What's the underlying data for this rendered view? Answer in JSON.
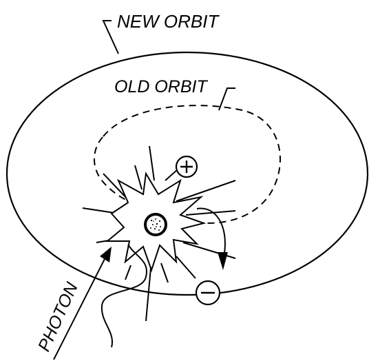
{
  "labels": {
    "new_orbit": "NEW ORBIT",
    "old_orbit": "OLD ORBIT",
    "photon": "PHOTON"
  },
  "charges": {
    "positive": "+",
    "negative": "−"
  },
  "colors": {
    "ink": "#000000",
    "background": "#ffffff"
  }
}
